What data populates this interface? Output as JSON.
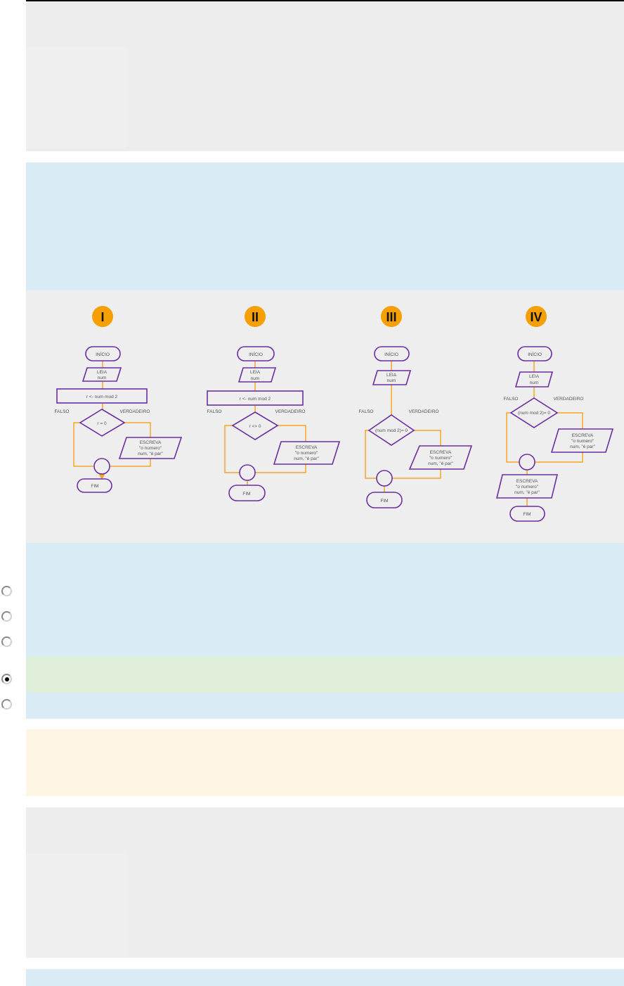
{
  "colors": {
    "shape_stroke": "#6a2fa0",
    "connector": "#f5a623",
    "badge": "#f5a000"
  },
  "flowcharts": [
    {
      "badge": "I",
      "start": "INÍCIO",
      "read1": "LEIA",
      "read2": "num",
      "process": "r <- num mod 2",
      "false_label": "FALSO",
      "true_label": "VERDADEIRO",
      "condition": "r = 0",
      "write1": "ESCREVA",
      "write2": "\"o numero\"",
      "write3": "num, \"é par\"",
      "end": "FIM"
    },
    {
      "badge": "II",
      "start": "INÍCIO",
      "read1": "LEIA",
      "read2": "num",
      "process": "r <- num mod 2",
      "false_label": "FALSO",
      "true_label": "VERDADEIRO",
      "condition": "r <> 0",
      "write1": "ESCREVA",
      "write2": "\"o numero\"",
      "write3": "num, \"é par\"",
      "end": "FIM"
    },
    {
      "badge": "III",
      "start": "INÍCIO",
      "read1": "LEIA",
      "read2": "num",
      "false_label": "FALSO",
      "true_label": "VERDADEIRO",
      "condition": "(num mod 2)= 0",
      "write1": "ESCREVA",
      "write2": "\"o numero\"",
      "write3": "num, \"é par\"",
      "end": "FIM"
    },
    {
      "badge": "IV",
      "start": "INÍCIO",
      "read1": "LEIA",
      "read2": "num",
      "false_label": "FALSO",
      "true_label": "VERDADEIRO",
      "condition": "(num mod 2)= 0",
      "write1": "ESCREVA",
      "write2": "\"o numero\"",
      "write3": "num, \"é par\"",
      "write_b1": "ESCREVA",
      "write_b2": "\"o numero\"",
      "write_b3": "num, \"é par\"",
      "end": "FIM"
    }
  ],
  "options": [
    {
      "checked": false
    },
    {
      "checked": false
    },
    {
      "checked": false
    },
    {
      "checked": true
    },
    {
      "checked": false
    }
  ]
}
